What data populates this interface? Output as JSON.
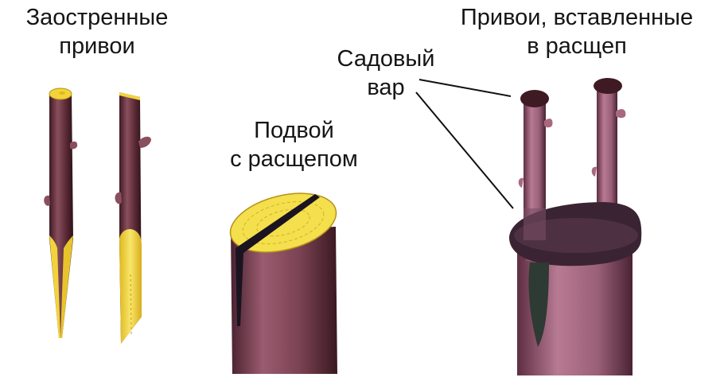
{
  "labels": {
    "sharpened_scions_line1": "Заостренные",
    "sharpened_scions_line2": "привои",
    "rootstock_line1": "Подвой",
    "rootstock_line2": "с расщепом",
    "garden_pitch_line1": "Садовый",
    "garden_pitch_line2": "вар",
    "inserted_scions_line1": "Привои, вставленные",
    "inserted_scions_line2": "в расщеп"
  },
  "colors": {
    "bark": "#5a2a35",
    "bark_light": "#8a4f5e",
    "bark_pink": "#a9687f",
    "wood": "#f2d43a",
    "wood_light": "#f8e66a",
    "pitch": "#2e1f2b",
    "background": "#ffffff"
  }
}
